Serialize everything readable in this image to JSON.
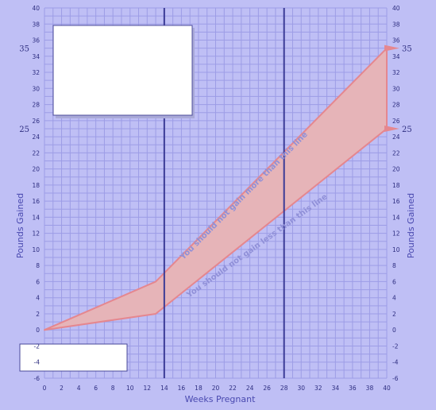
{
  "chart_data": {
    "type": "area",
    "xlabel": "Weeks Pregnant",
    "ylabel": "Pounds Gained",
    "ylabel_right": "Pounds Gained",
    "xlim": [
      0,
      40
    ],
    "ylim": [
      -6,
      40
    ],
    "x_ticks": [
      0,
      2,
      4,
      6,
      8,
      10,
      12,
      14,
      16,
      18,
      20,
      22,
      24,
      26,
      28,
      30,
      32,
      34,
      36,
      38,
      40
    ],
    "y_ticks": [
      -6,
      -4,
      -2,
      0,
      2,
      4,
      6,
      8,
      10,
      12,
      14,
      16,
      18,
      20,
      22,
      24,
      26,
      28,
      30,
      32,
      34,
      36,
      38,
      40
    ],
    "extra_y_labels": [
      25,
      35
    ],
    "grid": true,
    "vertical_markers": [
      14,
      28
    ],
    "upper_line": {
      "x": [
        0,
        13,
        40
      ],
      "y": [
        0,
        6,
        35
      ]
    },
    "lower_line": {
      "x": [
        0,
        13,
        40
      ],
      "y": [
        0,
        2,
        25
      ]
    },
    "annotations": [
      "You should not gain more than this line",
      "You should not gain less than this line"
    ],
    "colors": {
      "background": "#bfbff5",
      "grid": "#9d9de6",
      "band_fill": "#e6b4b8",
      "band_stroke": "#e5878f",
      "marker_line": "#3a3a96",
      "text": "#2e2e80"
    }
  }
}
